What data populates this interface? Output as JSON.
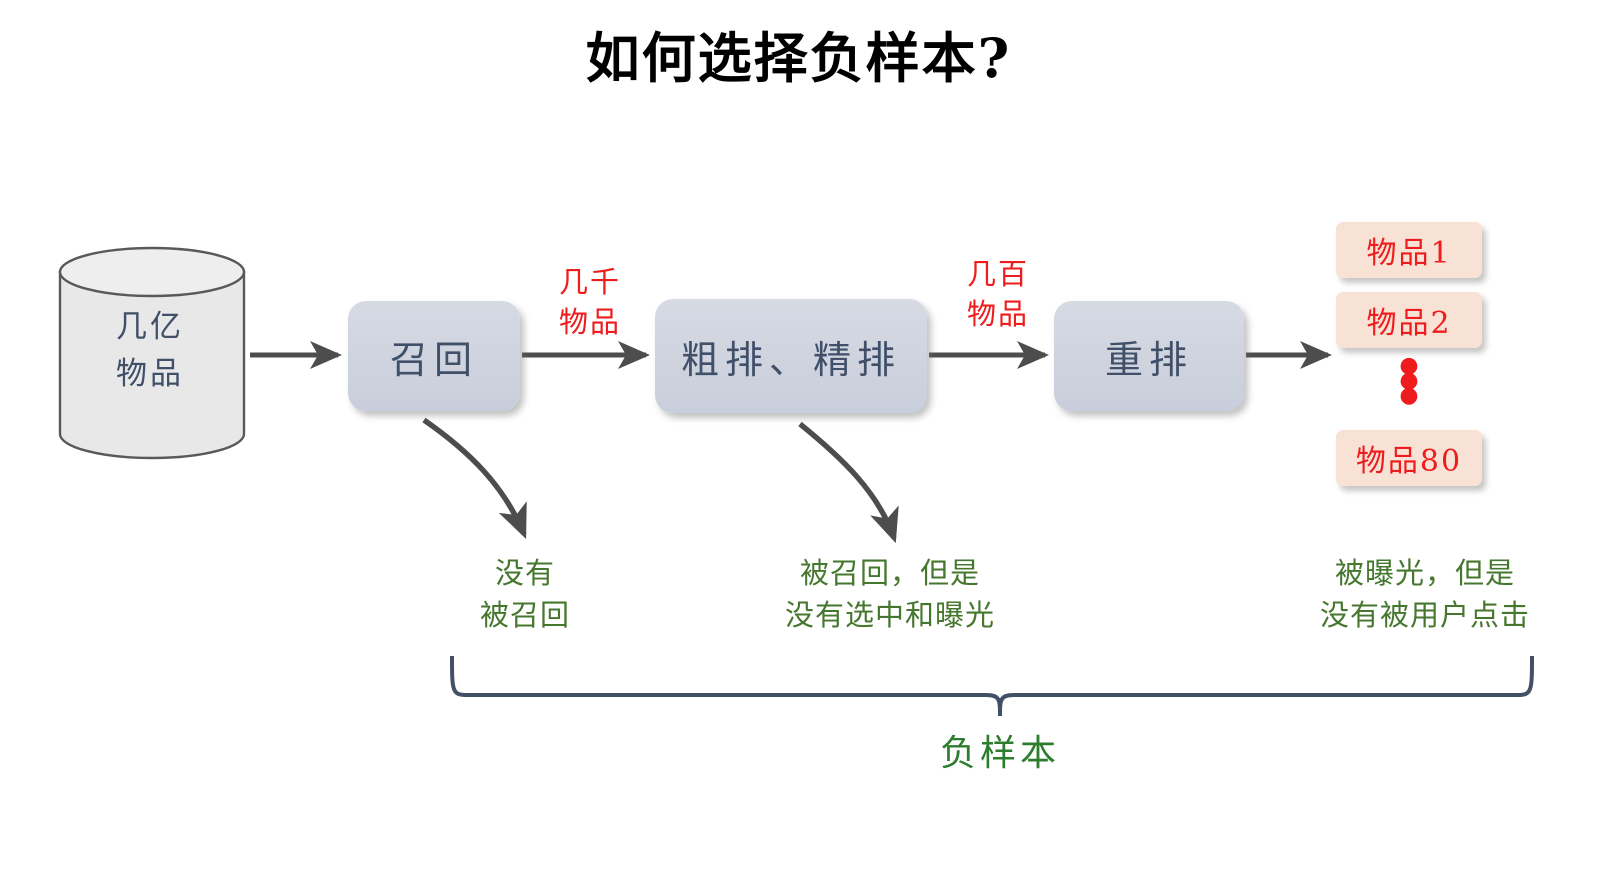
{
  "page": {
    "title": "如何选择负样本?"
  },
  "source": {
    "name": "database-cylinder",
    "label": "几亿\n物品"
  },
  "pipeline": {
    "stages": [
      {
        "id": "recall",
        "label": "召回"
      },
      {
        "id": "ranking",
        "label": "粗排、精排"
      },
      {
        "id": "rerank",
        "label": "重排"
      }
    ],
    "flow_labels": [
      {
        "id": "thousands",
        "label": "几千\n物品"
      },
      {
        "id": "hundreds",
        "label": "几百\n物品"
      }
    ]
  },
  "results": {
    "items": [
      {
        "label": "物品1"
      },
      {
        "label": "物品2"
      },
      {
        "label": "物品80"
      }
    ],
    "ellipsis": "⋮"
  },
  "notes": [
    {
      "id": "not-recalled",
      "label": "没有\n被召回"
    },
    {
      "id": "recalled-not-shown",
      "label": "被召回，但是\n没有选中和曝光"
    },
    {
      "id": "shown-not-clicked",
      "label": "被曝光，但是\n没有被用户点击"
    }
  ],
  "brace": {
    "label": "负样本"
  },
  "colors": {
    "title_text": "#000000",
    "stage_fill": "#ced3de",
    "stage_text": "#3f5068",
    "cylinder_fill": "#e8e8e8",
    "cylinder_stroke": "#595959",
    "flow_label_text": "#ee1c1c",
    "item_fill": "#f8e2d6",
    "item_text": "#ee1c1c",
    "note_text": "#46772e",
    "brace_stroke": "#415066",
    "arrow_stroke": "#4d4d4d",
    "background": "#ffffff"
  }
}
